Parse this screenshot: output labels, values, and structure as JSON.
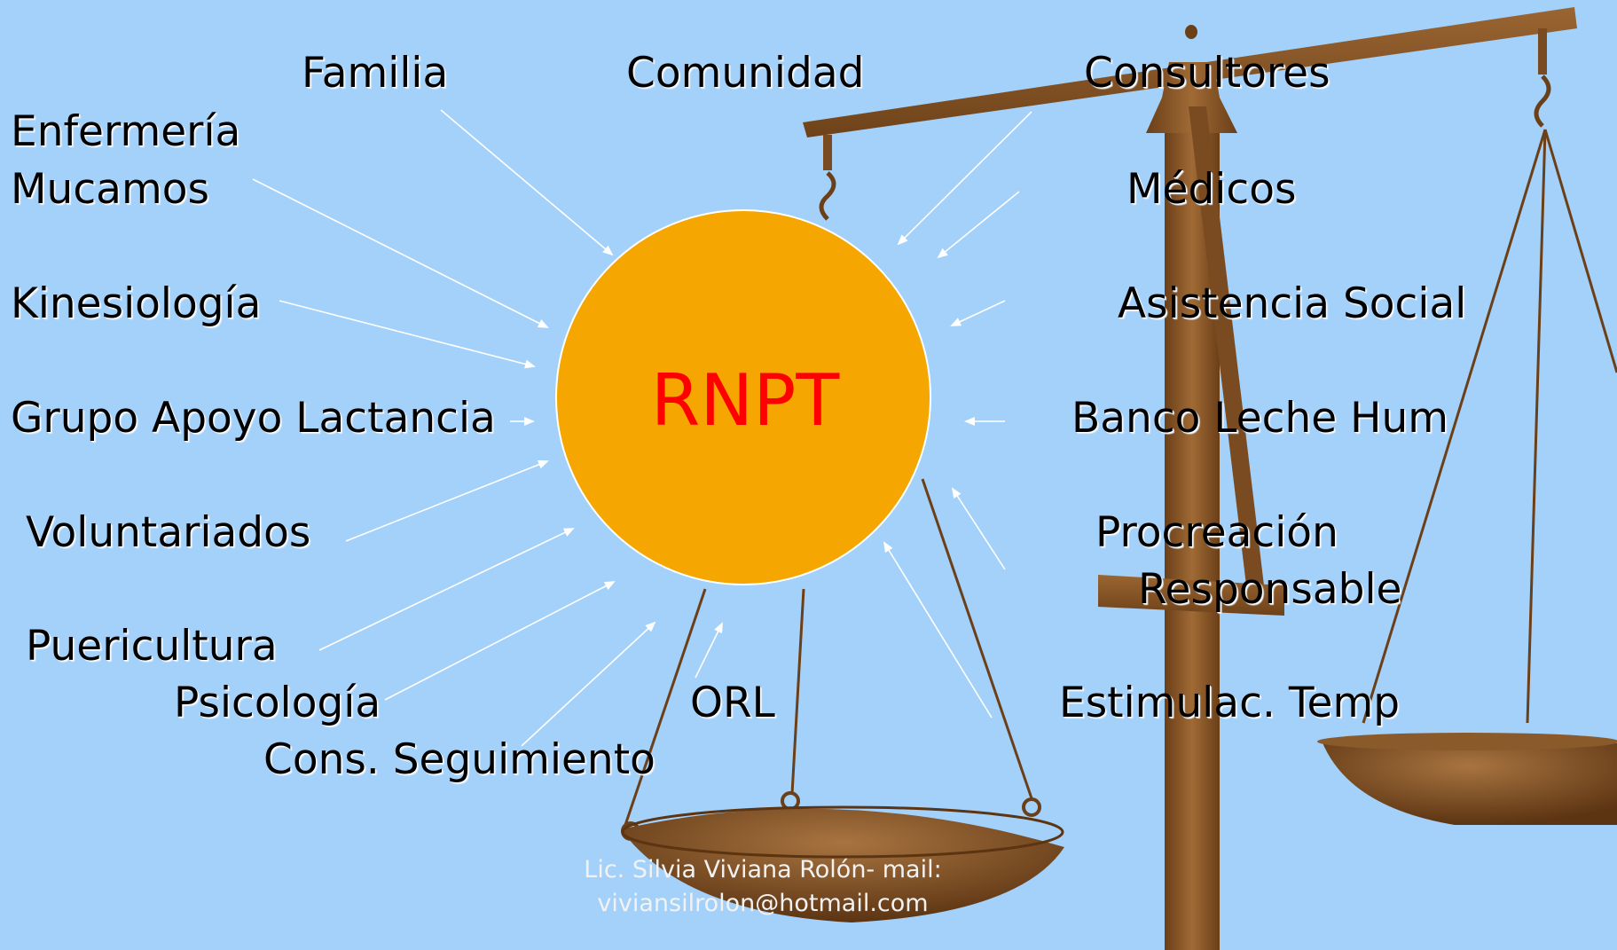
{
  "center": {
    "label": "RNPT"
  },
  "left_nodes": [
    {
      "id": "familia",
      "label": "Familia"
    },
    {
      "id": "enfermeria",
      "label": "Enfermería"
    },
    {
      "id": "mucamos",
      "label": "Mucamos"
    },
    {
      "id": "kinesiologia",
      "label": "Kinesiología"
    },
    {
      "id": "grupo-apoyo",
      "label": "Grupo Apoyo Lactancia"
    },
    {
      "id": "voluntariados",
      "label": "Voluntariados"
    },
    {
      "id": "puericultura",
      "label": "Puericultura"
    },
    {
      "id": "psicologia",
      "label": "Psicología"
    },
    {
      "id": "cons-seguimiento",
      "label": "Cons. Seguimiento"
    }
  ],
  "middle_nodes": [
    {
      "id": "comunidad",
      "label": "Comunidad"
    },
    {
      "id": "orl",
      "label": "ORL"
    }
  ],
  "right_nodes": [
    {
      "id": "consultores",
      "label": "Consultores"
    },
    {
      "id": "medicos",
      "label": "Médicos"
    },
    {
      "id": "asistencia-social",
      "label": "Asistencia Social"
    },
    {
      "id": "banco-leche",
      "label": "Banco Leche Hum"
    },
    {
      "id": "procreacion",
      "label": "Procreación"
    },
    {
      "id": "responsable",
      "label": "Responsable"
    },
    {
      "id": "estimulac",
      "label": "Estimulac. Temp"
    }
  ],
  "footer": {
    "line1": "Lic. Silvia Viviana Rolón- mail:",
    "line2": "viviansilrolon@hotmail.com"
  },
  "colors": {
    "background": "#a3d1fa",
    "center_fill": "#f5a600",
    "center_text": "#ff0000",
    "arrow": "#ffffff",
    "scale_wood": "#8a5a2b",
    "footer_text": "#f2f2f2"
  }
}
